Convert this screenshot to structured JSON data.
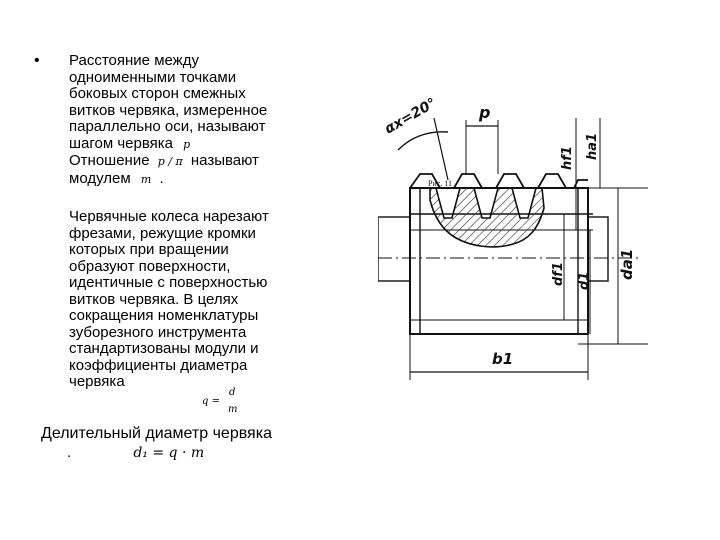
{
  "slide": {
    "bullet": "•",
    "paragraph1": [
      "Расстояние между",
      "одноименными точками",
      "боковых сторон смежных",
      "витков червяка, измеренное",
      "параллельно оси, называют",
      "шагом червяка",
      "Отношение",
      "называют",
      "модулем",
      "."
    ],
    "pitch_symbol": "p",
    "ratio_symbol": "p / π",
    "module_symbol": "m",
    "paragraph2": [
      "Червячные колеса нарезают",
      "фрезами, режущие кромки",
      "которых при вращении",
      "образуют поверхности,",
      "идентичные с поверхностью",
      "витков червяка. В целях",
      "сокращения номенклатуры",
      "зуборезного инструмента",
      "стандартизованы модули и",
      "коэффициенты диаметра",
      "червяка"
    ],
    "q_formula": {
      "lhs": "q =",
      "num": "d",
      "den": "m"
    },
    "bottom_text": "Делительный диаметр червяка",
    "dot": ".",
    "d1_formula": "d₁ = q · m"
  },
  "drawing": {
    "labels": {
      "angle": "αx=20°",
      "pitch": "p",
      "hf1": "hf1",
      "ha1": "ha1",
      "df1": "df1",
      "d1": "d1",
      "da1": "da1",
      "b1": "b1",
      "caption": "Рис. 11"
    },
    "colors": {
      "ink": "#111111",
      "hatch": "#333333"
    }
  }
}
